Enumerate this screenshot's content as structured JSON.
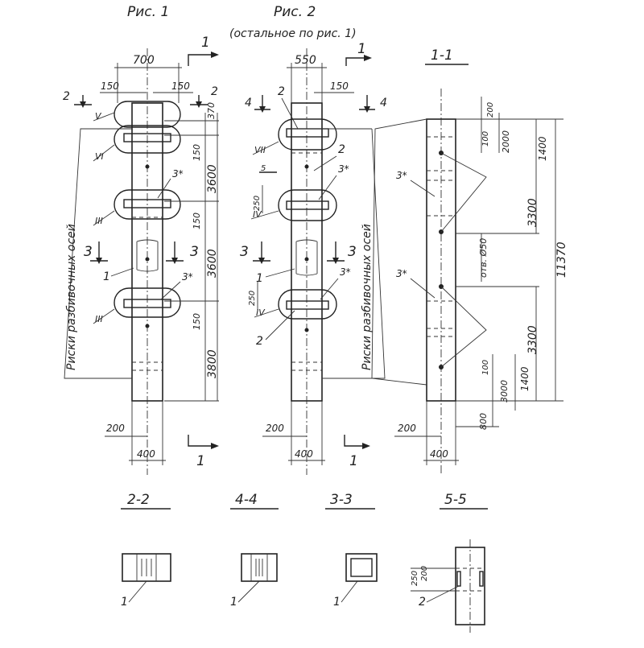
{
  "figures": {
    "fig1_title": "Рис. 1",
    "fig2_title": "Рис. 2",
    "fig2_subtitle": "(остальное по рис. 1)",
    "section_title": "1-1",
    "sections": [
      "2-2",
      "4-4",
      "3-3",
      "5-5"
    ]
  },
  "fig1": {
    "dims_top": [
      "700",
      "150",
      "150"
    ],
    "dims_right": [
      "370",
      "150",
      "3600",
      "150",
      "3600",
      "150",
      "3800"
    ],
    "dims_bottom": [
      "200",
      "400"
    ],
    "axis_label": "Риски разбивочных осей",
    "node_marks": [
      "V",
      "VI",
      "III",
      "III"
    ],
    "item_marks": [
      "1",
      "3*",
      "3*"
    ],
    "cut_marks": [
      "1",
      "1",
      "2",
      "2",
      "3",
      "3"
    ]
  },
  "fig2": {
    "dims_top": [
      "550",
      "150"
    ],
    "dims_left": [
      "250",
      "250"
    ],
    "dims_bottom": [
      "200",
      "400"
    ],
    "axis_label": "Риски разбивочных осей",
    "node_marks": [
      "VII",
      "IV",
      "IV"
    ],
    "item_marks": [
      "2",
      "2",
      "3*",
      "1",
      "3*",
      "2"
    ],
    "cut_marks": [
      "1",
      "1",
      "4",
      "4",
      "3",
      "3",
      "5"
    ]
  },
  "sec11": {
    "dims_right": [
      "100",
      "200",
      "2000",
      "1400",
      "3300",
      "3300",
      "100",
      "3000",
      "1400",
      "800",
      "11370"
    ],
    "hole_label": "отв. Ø50",
    "item_marks": [
      "3*",
      "3*"
    ],
    "dims_bottom": [
      "200",
      "400"
    ]
  },
  "section_details": {
    "s22_mark": "1",
    "s44_mark": "1",
    "s33_mark": "1",
    "s55_mark": "2",
    "s55_dims": [
      "250",
      "200"
    ]
  }
}
